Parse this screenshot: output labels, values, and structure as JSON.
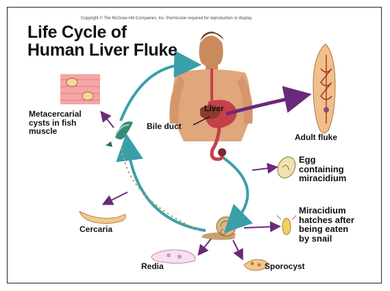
{
  "copyright": "Copyright © The McGraw-Hill Companies, Inc. Permission required for reproduction or display.",
  "title": "Life Cycle of\nHuman Liver Fluke",
  "labels": {
    "metacercarial": "Metacercarial\ncysts in fish\nmuscle",
    "bile_duct": "Bile duct",
    "liver": "Liver",
    "adult_fluke": "Adult fluke",
    "egg": "Egg\ncontaining\nmiracidium",
    "miracidium": "Miracidium\nhatches after\nbeing eaten\nby snail",
    "cercaria": "Cercaria",
    "redia": "Redia",
    "sporocyst": "Sporocyst"
  },
  "colors": {
    "cycle_arrow": "#3a9fa8",
    "purple_arrow": "#6a2a7a",
    "skin": "#e0a67c",
    "gut": "#c4404a",
    "parasite": "#e8b47a"
  }
}
